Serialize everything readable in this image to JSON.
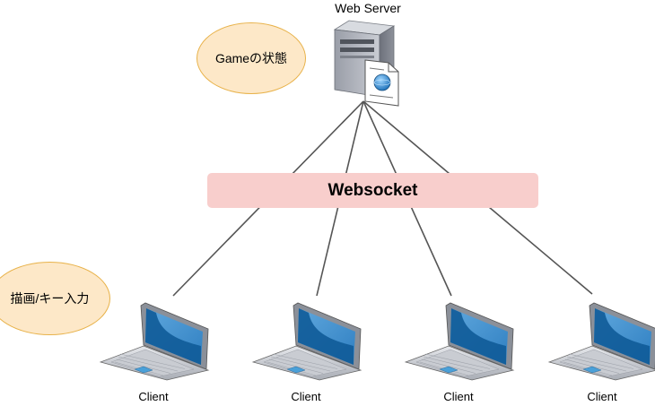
{
  "server": {
    "label": "Web Server",
    "icon": "web-server-icon"
  },
  "websocket": {
    "label": "Websocket",
    "color": "#f8cecc"
  },
  "annotations": {
    "game_state": "Gameの状態",
    "input": "描画/キー入力",
    "fill_color": "#fde8c8",
    "border_color": "#e8b24a"
  },
  "clients": [
    {
      "label": "Client",
      "icon": "laptop-icon"
    },
    {
      "label": "Client",
      "icon": "laptop-icon"
    },
    {
      "label": "Client",
      "icon": "laptop-icon"
    },
    {
      "label": "Client",
      "icon": "laptop-icon"
    }
  ],
  "connection_color": "#555555"
}
